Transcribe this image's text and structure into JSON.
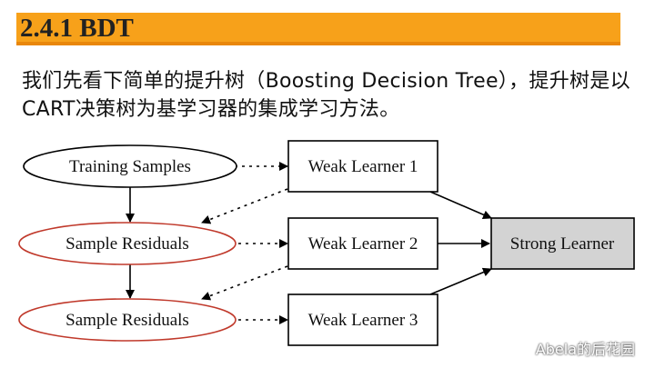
{
  "heading": {
    "title": "2.4.1 BDT"
  },
  "description": {
    "text": "我们先看下简单的提升树（Boosting Decision Tree），提升树是以CART决策树为基学习器的集成学习方法。"
  },
  "diagram": {
    "nodes": {
      "training_samples": "Training Samples",
      "sample_residuals_1": "Sample Residuals",
      "sample_residuals_2": "Sample Residuals",
      "weak_learner_1": "Weak Learner 1",
      "weak_learner_2": "Weak Learner 2",
      "weak_learner_3": "Weak Learner 3",
      "strong_learner": "Strong Learner"
    },
    "colors": {
      "residual_ellipse_border": "#c0392b",
      "strong_learner_fill": "#d3d3d3",
      "edge": "#000000"
    }
  },
  "watermark": {
    "icon": "wechat-icon",
    "text": "Abela的后花园"
  }
}
